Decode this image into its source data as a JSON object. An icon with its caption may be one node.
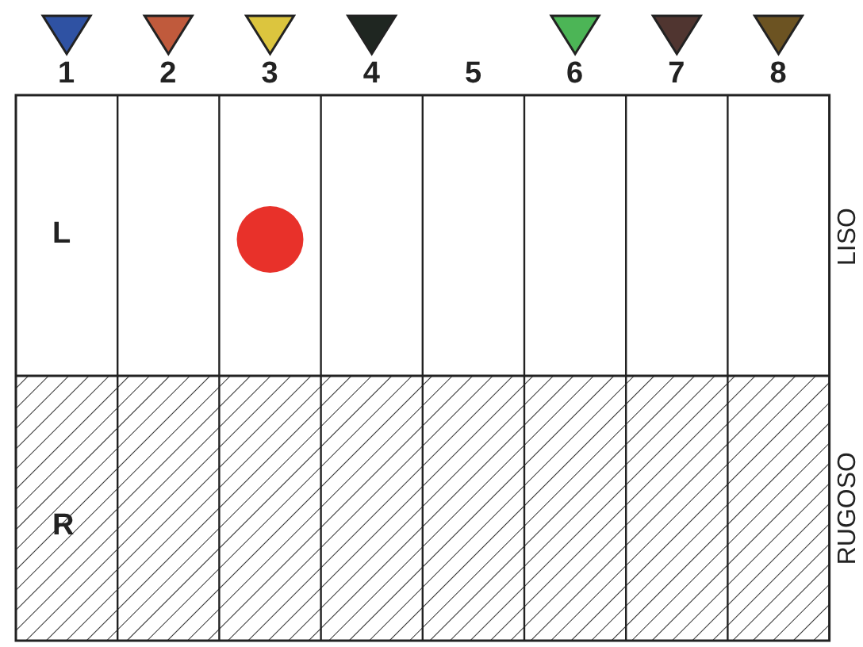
{
  "diagram": {
    "labels": [
      "1",
      "2",
      "3",
      "4",
      "5",
      "6",
      "7",
      "8",
      "L",
      "LISO",
      "R",
      "RUGOSO"
    ]
  }
}
